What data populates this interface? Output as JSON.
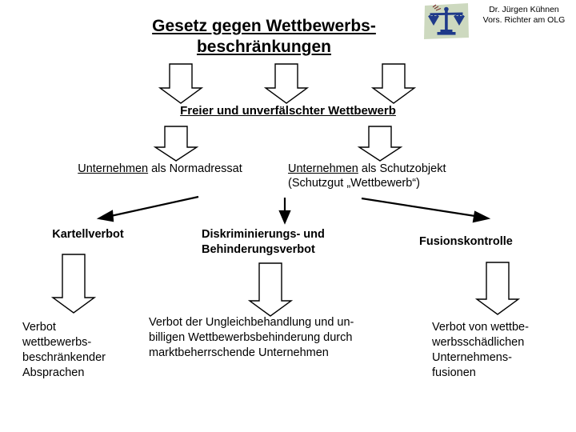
{
  "header": {
    "title_line1": "Gesetz gegen Wettbewerbs-",
    "title_line2": "beschränkungen",
    "author_line1": "Dr. Jürgen Kühnen",
    "author_line2": "Vors. Richter am OLG",
    "icon_name": "balance-scales-icon",
    "icon_colors": {
      "background": "#cdd9bf",
      "scales": "#1f3a8a"
    }
  },
  "diagram": {
    "tier2": {
      "heading": "Freier und unverfälschter Wettbewerb"
    },
    "tier3": {
      "left_underlined": "Unternehmen",
      "left_rest": " als Normadressat",
      "right_underlined": "Unternehmen",
      "right_rest": " als Schutzobjekt",
      "right_line2": "(Schutzgut „Wettbewerb“)"
    },
    "tier4": {
      "left": "Kartellverbot",
      "mid_line1": "Diskriminierungs- und",
      "mid_line2": "Behinderungsverbot",
      "right": "Fusionskontrolle"
    },
    "tier5": {
      "left_line1": "Verbot",
      "left_line2": "wettbewerbs-",
      "left_line3": "beschränkender",
      "left_line4": "Absprachen",
      "mid_line1": "Verbot der Ungleichbehandlung und un-",
      "mid_line2": "billigen Wettbewerbsbehinderung durch",
      "mid_line3": "marktbeherrschende Unternehmen",
      "right_line1": "Verbot von wettbe-",
      "right_line2": "werbsschädlichen",
      "right_line3": "Unternehmens-",
      "right_line4": "fusionen"
    }
  },
  "colors": {
    "text": "#000000",
    "background": "#ffffff",
    "arrow_fill": "#ffffff",
    "arrow_stroke": "#000000"
  }
}
